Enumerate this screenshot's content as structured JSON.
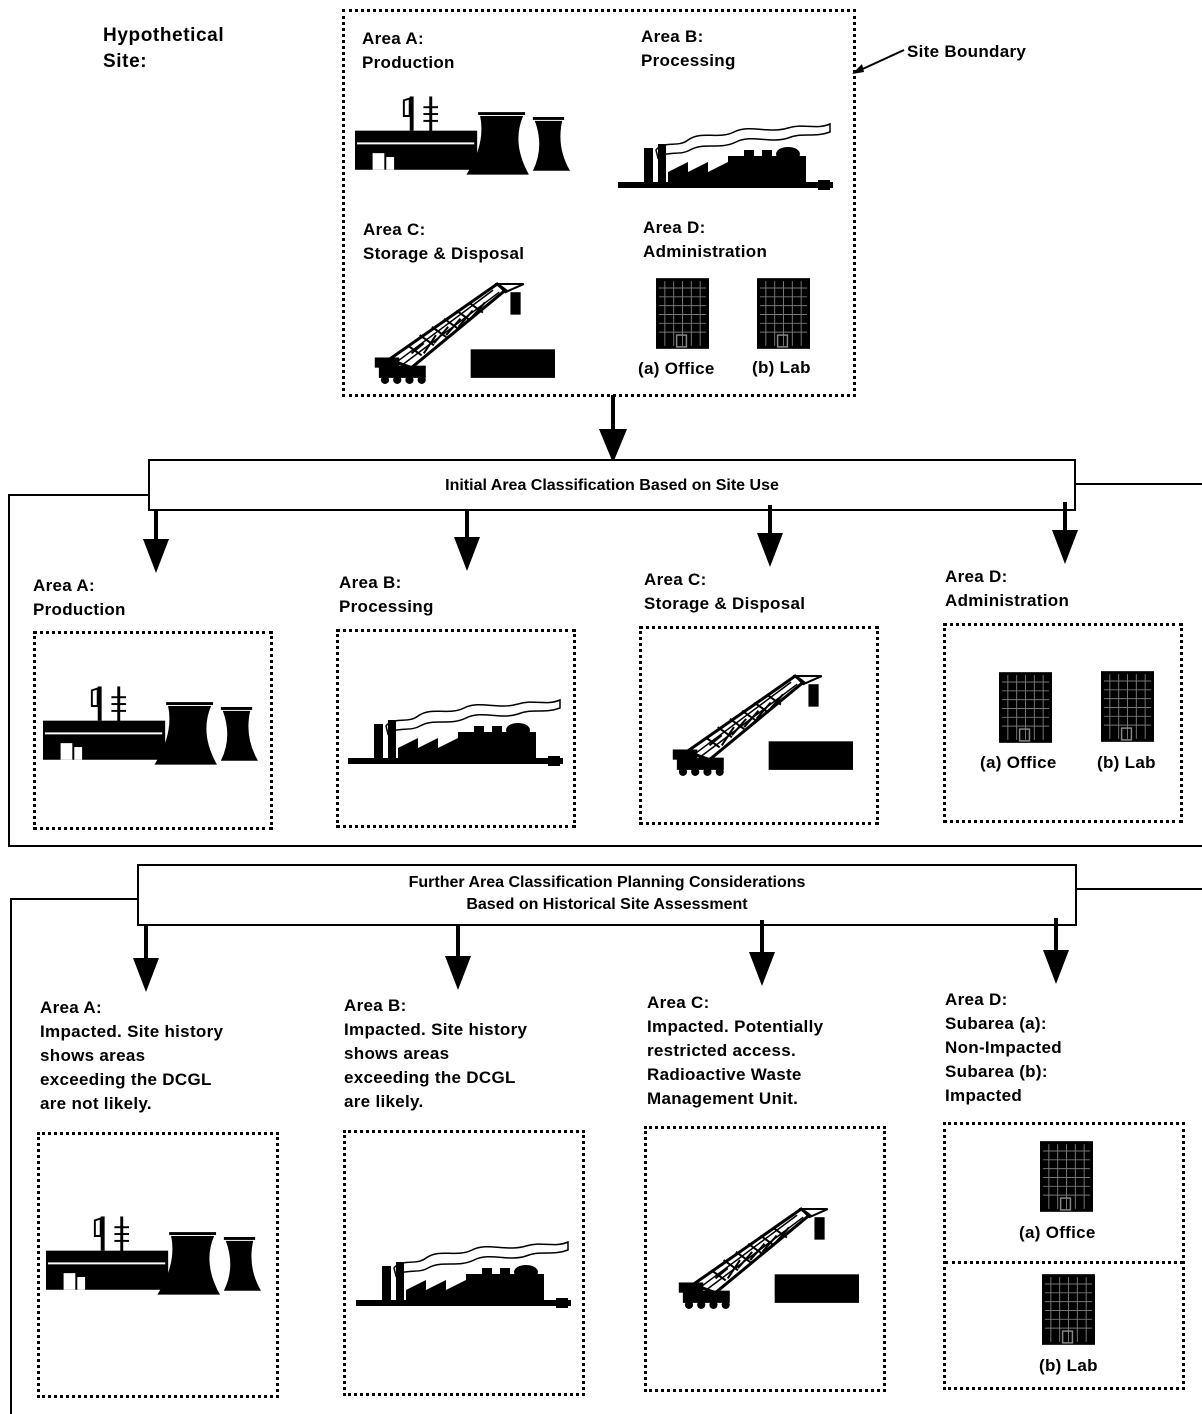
{
  "site": {
    "heading_line1": "Hypothetical",
    "heading_line2": "Site:",
    "boundary_label": "Site Boundary",
    "area_a": {
      "line1": "Area A:",
      "line2": "Production"
    },
    "area_b": {
      "line1": "Area B:",
      "line2": "Processing"
    },
    "area_c": {
      "line1": "Area C:",
      "line2": "Storage & Disposal"
    },
    "area_d": {
      "line1": "Area D:",
      "line2": "Administration"
    },
    "office_label": "(a) Office",
    "lab_label": "(b) Lab"
  },
  "initial": {
    "banner": "Initial Area Classification Based on Site Use",
    "area_a": {
      "line1": "Area A:",
      "line2": "Production"
    },
    "area_b": {
      "line1": "Area B:",
      "line2": "Processing"
    },
    "area_c": {
      "line1": "Area C:",
      "line2": "Storage & Disposal"
    },
    "area_d": {
      "line1": "Area D:",
      "line2": "Administration"
    },
    "office_label": "(a) Office",
    "lab_label": "(b) Lab"
  },
  "further": {
    "banner_line1": "Further Area Classification Planning Considerations",
    "banner_line2": "Based on Historical Site Assessment",
    "area_a": [
      "Area A:",
      "Impacted.  Site history",
      "shows areas",
      "exceeding the DCGL",
      "are not likely."
    ],
    "area_b": [
      "Area B:",
      "Impacted.  Site history",
      "shows areas",
      "exceeding the DCGL",
      "are likely."
    ],
    "area_c": [
      "Area C:",
      "Impacted.  Potentially",
      "restricted access.",
      "Radioactive Waste",
      "Management Unit."
    ],
    "area_d": [
      "Area D:",
      "Subarea (a):",
      "Non-Impacted",
      "Subarea (b):",
      "Impacted"
    ],
    "office_label": "(a) Office",
    "lab_label": "(b) Lab"
  }
}
